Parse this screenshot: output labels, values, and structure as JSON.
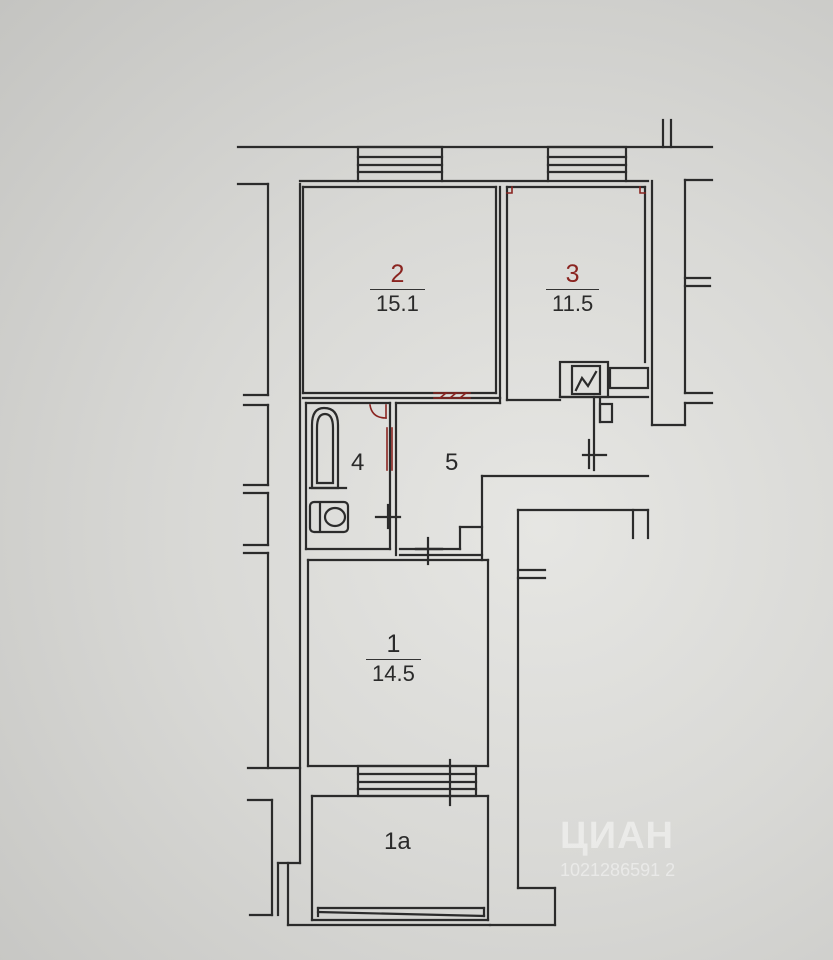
{
  "rooms": [
    {
      "id": "2",
      "number": "2",
      "area": "15.1",
      "accent": "#8a2420"
    },
    {
      "id": "3",
      "number": "3",
      "area": "11.5",
      "accent": "#8a2420"
    },
    {
      "id": "4",
      "number": "4"
    },
    {
      "id": "5",
      "number": "5"
    },
    {
      "id": "1",
      "number": "1",
      "area": "14.5"
    },
    {
      "id": "1a",
      "number": "1a"
    }
  ],
  "watermark": {
    "brand": "ЦИАН",
    "listing_id": "1021286591 2"
  },
  "colors": {
    "wall": "#2b2b2b",
    "accent": "#8a2420",
    "paper": "#dcdcd9"
  }
}
